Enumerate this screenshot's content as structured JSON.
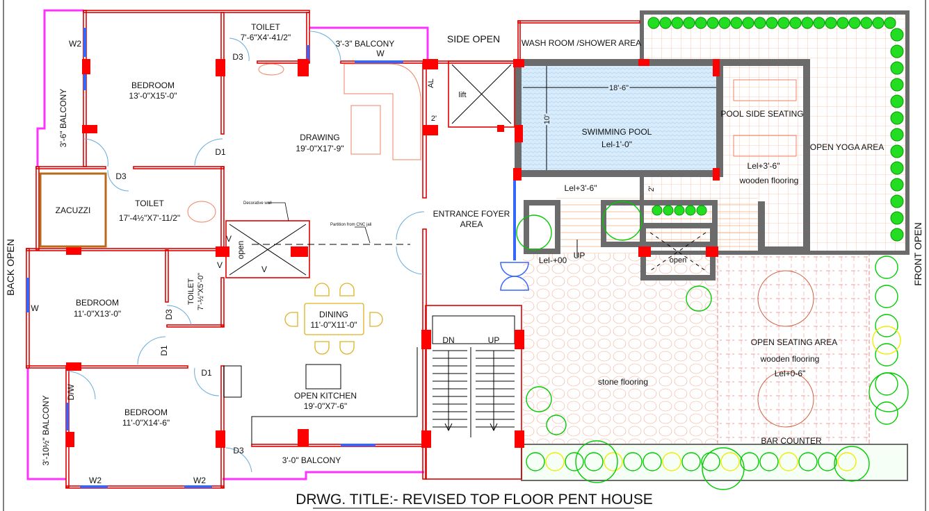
{
  "drawing": {
    "title": "DRWG. TITLE:-  REVISED TOP FLOOR PENT HOUSE",
    "orientation": {
      "back": "BACK OPEN",
      "front": "FRONT OPEN",
      "side": "SIDE OPEN"
    },
    "colors": {
      "walls": "#e00000",
      "balcony_rails": "#ff33ff",
      "windows": "#3366ff",
      "pool_water": "#cfe6fa",
      "landscape": "#22dd22",
      "parapet": "#6b6b6b"
    },
    "rooms": {
      "bedroom1": {
        "name": "BEDROOM",
        "size": "13'-0\"X15'-0\""
      },
      "toilet1": {
        "name": "TOILET",
        "size": "7'-6\"X4'-41/2\""
      },
      "balcony1": "3'-3\" BALCONY",
      "balcony_left": "3'-6\" BALCONY",
      "drawing": {
        "name": "DRAWING",
        "size": "19'-0\"X17'-9\""
      },
      "zacuzzi": "ZACUZZI",
      "toilet2": {
        "name": "TOILET",
        "size": "17'-4½\"X7'-11/2\""
      },
      "bedroom2": {
        "name": "BEDROOM",
        "size": "11'-0\"X13'-0\""
      },
      "toilet3": {
        "name": "TOILET",
        "size": "7'-½\"X5'-0\""
      },
      "dining": {
        "name": "DINING",
        "size": "11'-0\"X11'-0\""
      },
      "bedroom3": {
        "name": "BEDROOM",
        "size": "11'-0\"X14'-6\""
      },
      "balcony_left2": "3'-10½\" BALCONY",
      "open_kitchen": {
        "name": "OPEN KITCHEN",
        "size": "19'-0\"X7'-6\""
      },
      "balcony_bottom": "3'-0\" BALCONY",
      "foyer": {
        "line1": "ENTRANCE FOYER",
        "line2": "AREA"
      },
      "wash_room": "WASH ROOM /SHOWER AREA",
      "pool": {
        "name": "SWIMMING POOL",
        "level": "Lel-1'-0\"",
        "length": "18'-6\"",
        "width": "10'"
      },
      "pool_side": "POOL SIDE SEATING",
      "pool_side_level": "Lel+3'-6\"",
      "pool_side_floor": "wooden flooring",
      "yoga": "OPEN YOGA AREA",
      "deck_level": "Lel+3'-6\"",
      "deck_gap": "2'",
      "entry_level": "Lel-+00",
      "up": "UP",
      "open_shaft": "open",
      "open_court": "open",
      "stone": "stone flooring",
      "seating": {
        "name": "OPEN SEATING AREA",
        "floor": "wooden flooring",
        "level": "Lel+0-6\""
      },
      "bar": "BAR COUNTER",
      "lift": "lift",
      "al": "AL",
      "al_width": "2'",
      "stair_dn": "DN",
      "stair_up": "UP"
    },
    "tags": {
      "w": "W",
      "w2": "W2",
      "d1": "D1",
      "d3": "D3",
      "dw": "D/W",
      "v": "V"
    },
    "notes": {
      "decorative_wall": "Decorative wall",
      "partition": "Partition from CNC jali"
    }
  }
}
